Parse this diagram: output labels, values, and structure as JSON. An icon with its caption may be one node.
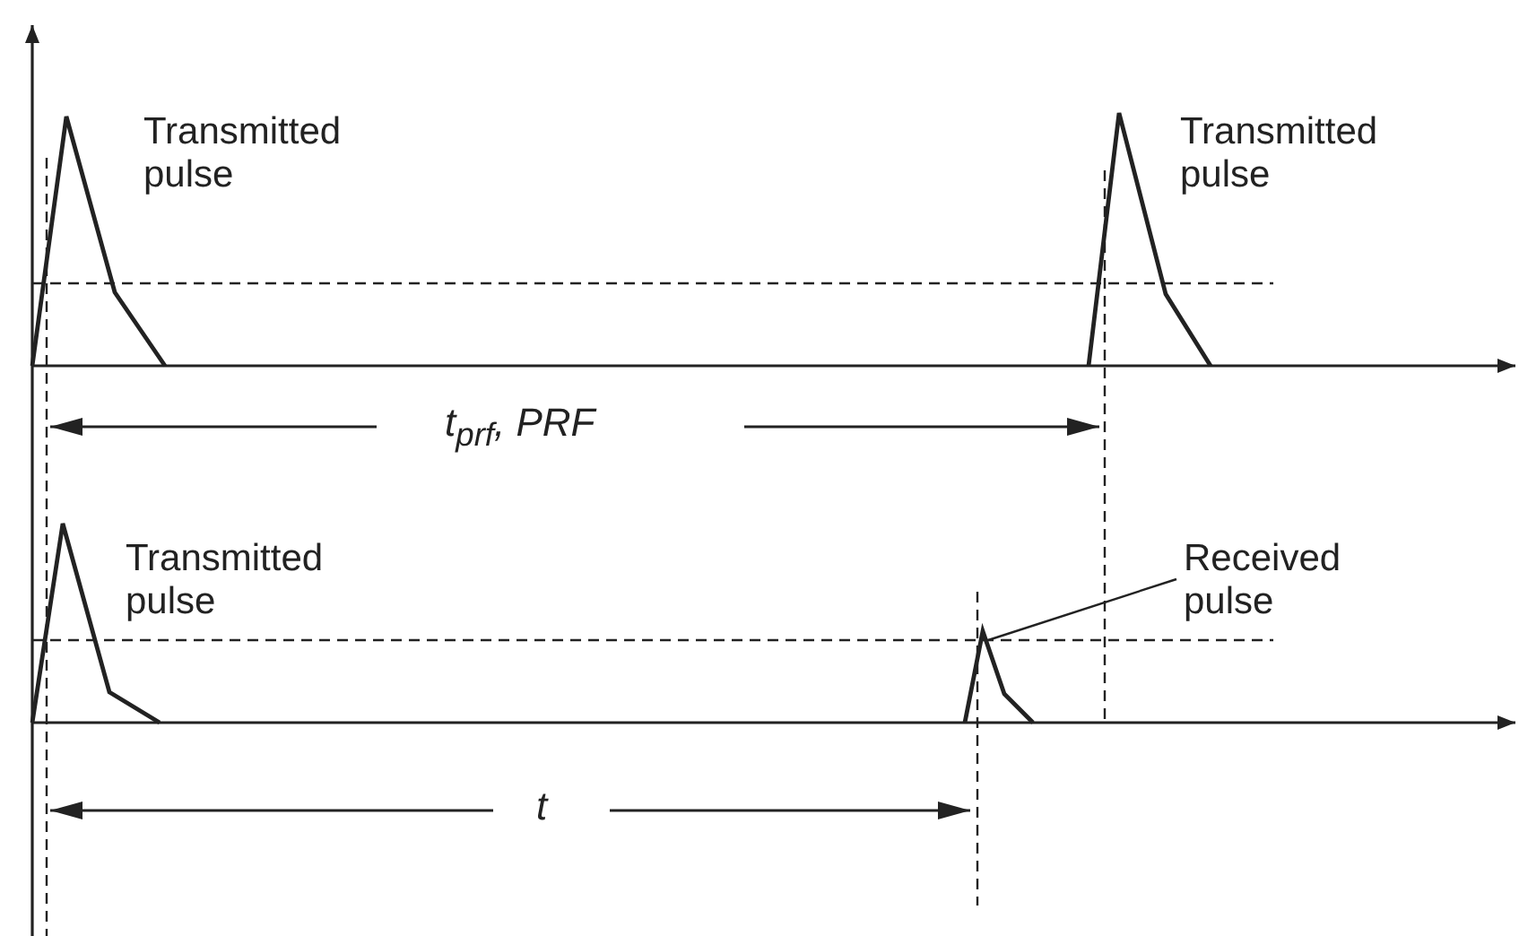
{
  "diagram": {
    "nodes": [
      {
        "text": [
          "Received pulse"
        ]
      },
      {
        "text": [],
        "shape": "triangle"
      }
    ],
    "edges": [
      {
        "from": 0,
        "to": 1,
        "arrow": "none"
      }
    ],
    "labels": [
      "Transmitted pulse",
      "Transmitted pulse",
      "t$_{prf}$, PRF",
      "Transmitted pulse",
      "t"
    ]
  }
}
